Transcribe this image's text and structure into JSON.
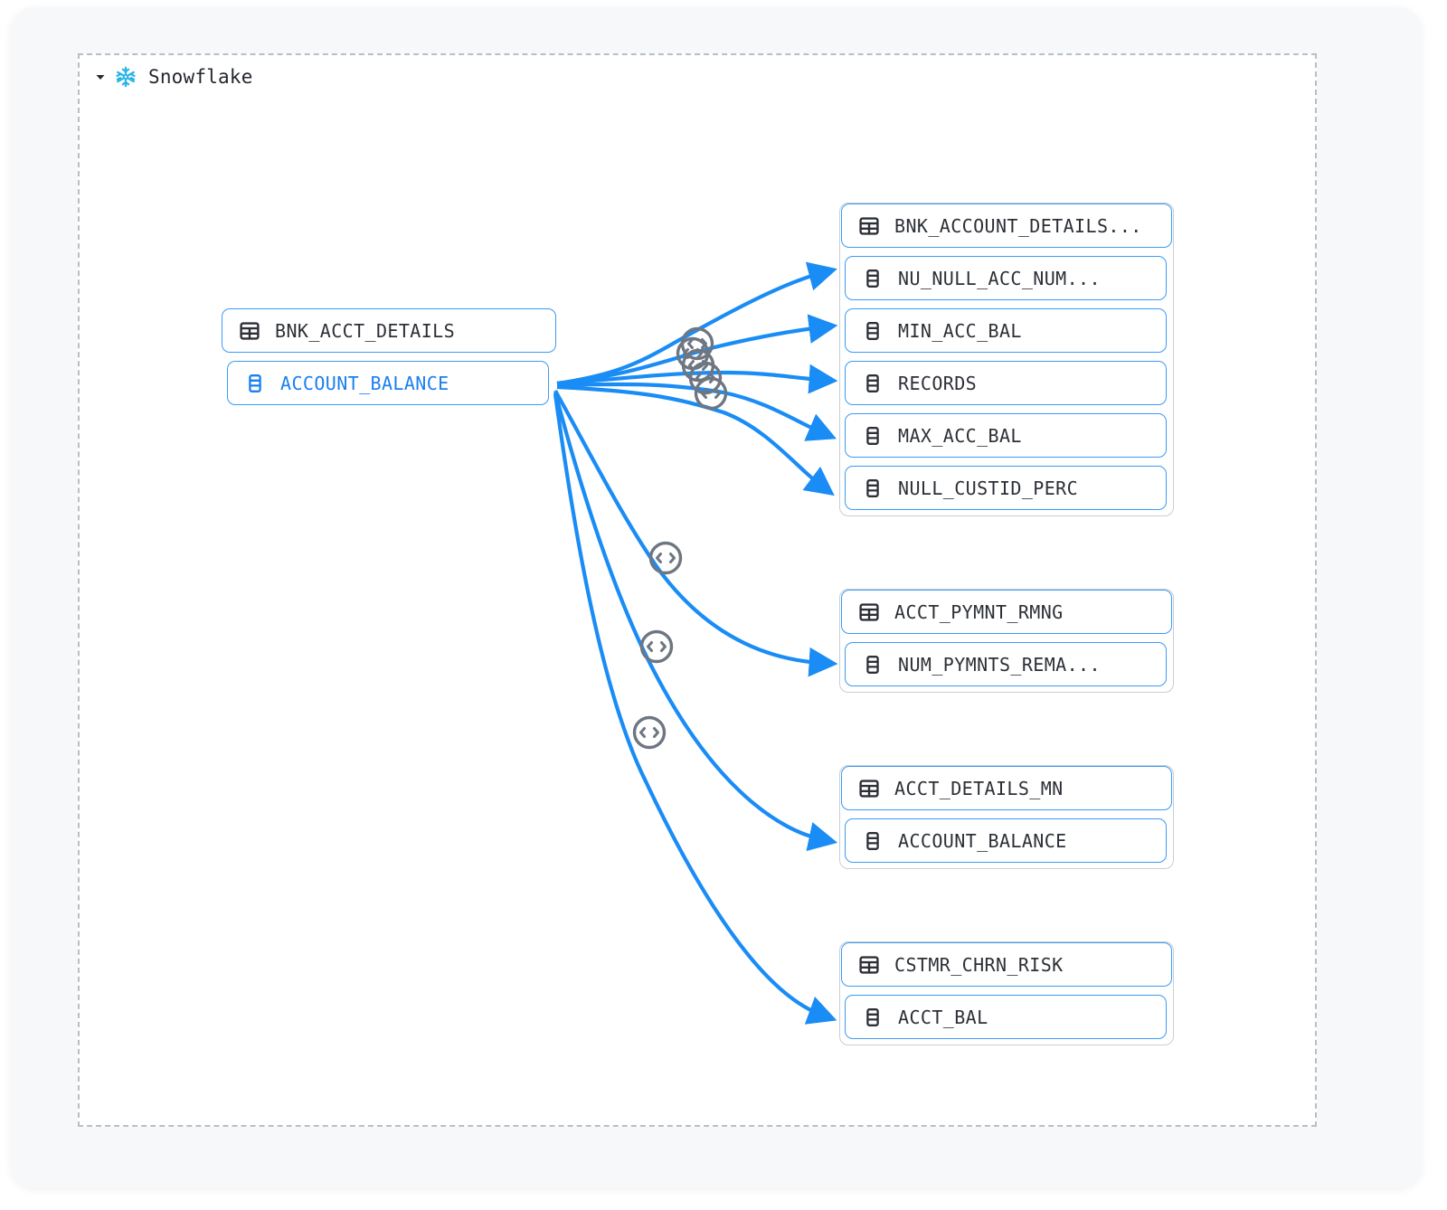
{
  "group": {
    "title": "Snowflake",
    "expanded": true,
    "caret_icon": "chevron-down-icon",
    "logo_icon": "snowflake-icon"
  },
  "colors": {
    "edge": "#1a8cf5",
    "node_border": "#3b9bf5",
    "group_border": "#c9ced6",
    "selected_text": "#1a7ff0",
    "text": "#2c3036",
    "dashed_border": "#b9bec7",
    "canvas": "#f7f8fa",
    "badge": "#6e7681"
  },
  "source": {
    "table": {
      "name": "BNK_ACCT_DETAILS",
      "icon": "table-icon"
    },
    "columns": [
      {
        "name": "ACCOUNT_BALANCE",
        "icon": "column-icon",
        "selected": true
      }
    ]
  },
  "targets": [
    {
      "table": {
        "name": "BNK_ACCOUNT_DETAILS...",
        "icon": "table-icon"
      },
      "columns": [
        {
          "name": "NU_NULL_ACC_NUM...",
          "icon": "column-icon"
        },
        {
          "name": "MIN_ACC_BAL",
          "icon": "column-icon"
        },
        {
          "name": "RECORDS",
          "icon": "column-icon"
        },
        {
          "name": "MAX_ACC_BAL",
          "icon": "column-icon"
        },
        {
          "name": "NULL_CUSTID_PERC",
          "icon": "column-icon"
        }
      ]
    },
    {
      "table": {
        "name": "ACCT_PYMNT_RMNG",
        "icon": "table-icon"
      },
      "columns": [
        {
          "name": "NUM_PYMNTS_REMA...",
          "icon": "column-icon"
        }
      ]
    },
    {
      "table": {
        "name": "ACCT_DETAILS_MN",
        "icon": "table-icon"
      },
      "columns": [
        {
          "name": "ACCOUNT_BALANCE",
          "icon": "column-icon"
        }
      ]
    },
    {
      "table": {
        "name": "CSTMR_CHRN_RISK",
        "icon": "table-icon"
      },
      "columns": [
        {
          "name": "ACCT_BAL",
          "icon": "column-icon"
        }
      ]
    }
  ],
  "edge_badges": [
    {
      "icon": "code-badge-icon",
      "label": "</>"
    },
    {
      "icon": "code-badge-icon",
      "label": "</>"
    },
    {
      "icon": "code-badge-icon",
      "label": "</>"
    },
    {
      "icon": "code-badge-icon",
      "label": "</>"
    },
    {
      "icon": "code-badge-icon",
      "label": "</>"
    },
    {
      "icon": "code-badge-icon",
      "label": "</>"
    },
    {
      "icon": "code-badge-icon",
      "label": "</>"
    },
    {
      "icon": "code-badge-icon",
      "label": "</>"
    }
  ]
}
